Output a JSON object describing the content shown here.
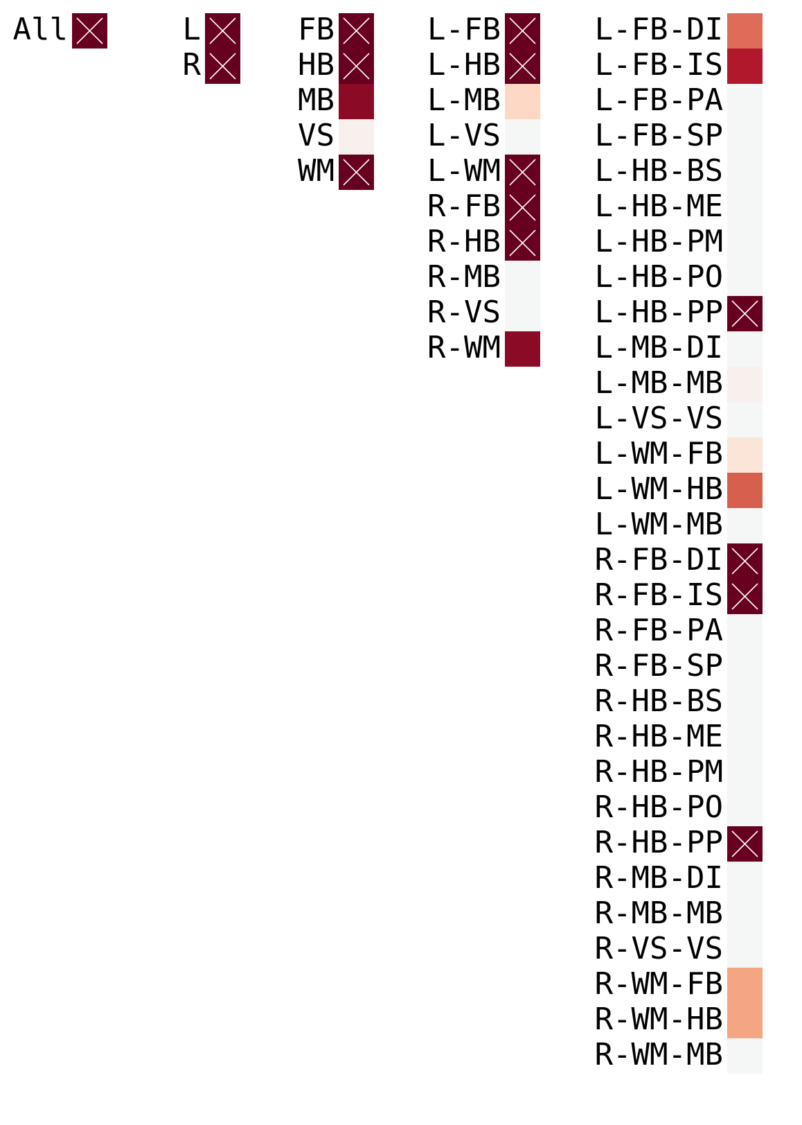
{
  "chart_data": {
    "type": "heatmap",
    "title": "",
    "xlabel": "",
    "ylabel": "",
    "legend": "none",
    "grid": false,
    "colors": {
      "dark": "#67001f",
      "strong": "#8b0a25",
      "red": "#b2182b",
      "mid_red": "#d6604d",
      "salmon": "#dd6c58",
      "peach": "#f4a582",
      "light_peach": "#fdd9c5",
      "pale": "#fbe4d8",
      "warm_gray": "#f7f0ec",
      "neutral": "#f5f6f6",
      "cross": "#ffffff",
      "text": "#000000"
    },
    "columns": [
      {
        "name": "level-0",
        "cells": [
          {
            "label": "All",
            "color": "dark",
            "cross": true
          }
        ]
      },
      {
        "name": "level-1",
        "cells": [
          {
            "label": "L",
            "color": "dark",
            "cross": true
          },
          {
            "label": "R",
            "color": "dark",
            "cross": true
          }
        ]
      },
      {
        "name": "level-2",
        "cells": [
          {
            "label": "FB",
            "color": "dark",
            "cross": true
          },
          {
            "label": "HB",
            "color": "dark",
            "cross": true
          },
          {
            "label": "MB",
            "color": "strong",
            "cross": false
          },
          {
            "label": "VS",
            "color": "warm_gray",
            "cross": false
          },
          {
            "label": "WM",
            "color": "dark",
            "cross": true
          }
        ]
      },
      {
        "name": "level-3",
        "cells": [
          {
            "label": "L-FB",
            "color": "dark",
            "cross": true
          },
          {
            "label": "L-HB",
            "color": "dark",
            "cross": true
          },
          {
            "label": "L-MB",
            "color": "light_peach",
            "cross": false
          },
          {
            "label": "L-VS",
            "color": "neutral",
            "cross": false
          },
          {
            "label": "L-WM",
            "color": "dark",
            "cross": true
          },
          {
            "label": "R-FB",
            "color": "dark",
            "cross": true
          },
          {
            "label": "R-HB",
            "color": "dark",
            "cross": true
          },
          {
            "label": "R-MB",
            "color": "neutral",
            "cross": false
          },
          {
            "label": "R-VS",
            "color": "neutral",
            "cross": false
          },
          {
            "label": "R-WM",
            "color": "strong",
            "cross": false
          }
        ]
      },
      {
        "name": "level-4",
        "cells": [
          {
            "label": "L-FB-DI",
            "color": "salmon",
            "cross": false
          },
          {
            "label": "L-FB-IS",
            "color": "red",
            "cross": false
          },
          {
            "label": "L-FB-PA",
            "color": "neutral",
            "cross": false
          },
          {
            "label": "L-FB-SP",
            "color": "neutral",
            "cross": false
          },
          {
            "label": "L-HB-BS",
            "color": "neutral",
            "cross": false
          },
          {
            "label": "L-HB-ME",
            "color": "neutral",
            "cross": false
          },
          {
            "label": "L-HB-PM",
            "color": "neutral",
            "cross": false
          },
          {
            "label": "L-HB-PO",
            "color": "neutral",
            "cross": false
          },
          {
            "label": "L-HB-PP",
            "color": "dark",
            "cross": true
          },
          {
            "label": "L-MB-DI",
            "color": "neutral",
            "cross": false
          },
          {
            "label": "L-MB-MB",
            "color": "warm_gray",
            "cross": false
          },
          {
            "label": "L-VS-VS",
            "color": "neutral",
            "cross": false
          },
          {
            "label": "L-WM-FB",
            "color": "pale",
            "cross": false
          },
          {
            "label": "L-WM-HB",
            "color": "mid_red",
            "cross": false
          },
          {
            "label": "L-WM-MB",
            "color": "neutral",
            "cross": false
          },
          {
            "label": "R-FB-DI",
            "color": "dark",
            "cross": true
          },
          {
            "label": "R-FB-IS",
            "color": "dark",
            "cross": true
          },
          {
            "label": "R-FB-PA",
            "color": "neutral",
            "cross": false
          },
          {
            "label": "R-FB-SP",
            "color": "neutral",
            "cross": false
          },
          {
            "label": "R-HB-BS",
            "color": "neutral",
            "cross": false
          },
          {
            "label": "R-HB-ME",
            "color": "neutral",
            "cross": false
          },
          {
            "label": "R-HB-PM",
            "color": "neutral",
            "cross": false
          },
          {
            "label": "R-HB-PO",
            "color": "neutral",
            "cross": false
          },
          {
            "label": "R-HB-PP",
            "color": "dark",
            "cross": true
          },
          {
            "label": "R-MB-DI",
            "color": "neutral",
            "cross": false
          },
          {
            "label": "R-MB-MB",
            "color": "neutral",
            "cross": false
          },
          {
            "label": "R-VS-VS",
            "color": "neutral",
            "cross": false
          },
          {
            "label": "R-WM-FB",
            "color": "peach",
            "cross": false
          },
          {
            "label": "R-WM-HB",
            "color": "peach",
            "cross": false
          },
          {
            "label": "R-WM-MB",
            "color": "neutral",
            "cross": false
          }
        ]
      }
    ]
  }
}
